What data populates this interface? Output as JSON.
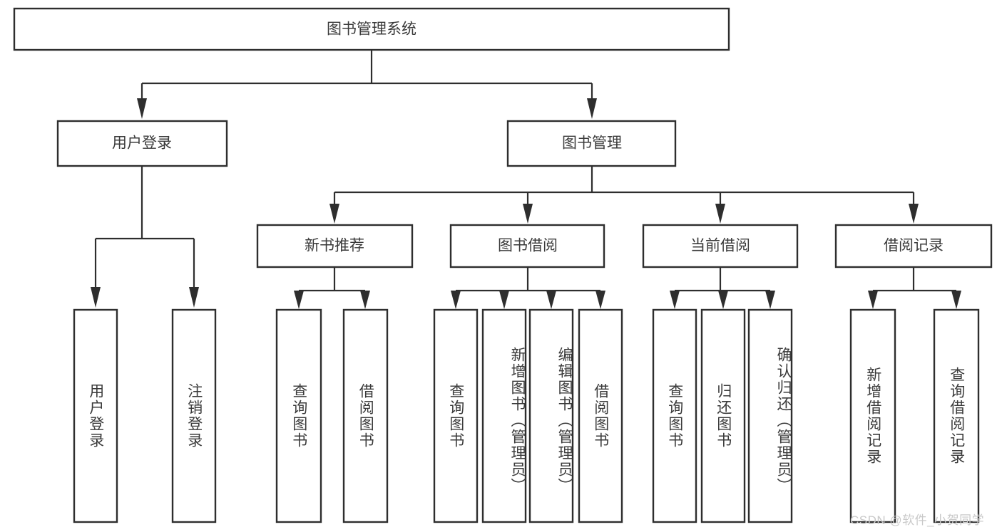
{
  "diagram": {
    "title": "图书管理系统",
    "root": {
      "label": "图书管理系统"
    },
    "level2": [
      {
        "label": "用户登录"
      },
      {
        "label": "图书管理"
      }
    ],
    "level3": [
      {
        "label": "新书推荐"
      },
      {
        "label": "图书借阅"
      },
      {
        "label": "当前借阅"
      },
      {
        "label": "借阅记录"
      }
    ],
    "leaves": {
      "user_login": [
        {
          "label": "用户登录"
        },
        {
          "label": "注销登录"
        }
      ],
      "new_book_recommend": [
        {
          "label": "查询图书"
        },
        {
          "label": "借阅图书"
        }
      ],
      "book_borrow": [
        {
          "label": "查询图书"
        },
        {
          "label": "新增图书（管理员）"
        },
        {
          "label": "编辑图书（管理员）"
        },
        {
          "label": "借阅图书"
        }
      ],
      "current_borrow": [
        {
          "label": "查询图书"
        },
        {
          "label": "归还图书"
        },
        {
          "label": "确认归还（管理员）"
        }
      ],
      "borrow_record": [
        {
          "label": "新增借阅记录"
        },
        {
          "label": "查询借阅记录"
        }
      ]
    }
  },
  "watermark": {
    "text": "CSDN @软件_小贺同学"
  },
  "colors": {
    "stroke": "#2e2e2e",
    "text": "#3a3a3a",
    "box_fill": "#ffffff",
    "background": "#ffffff",
    "watermark": "#c9c9c9"
  }
}
